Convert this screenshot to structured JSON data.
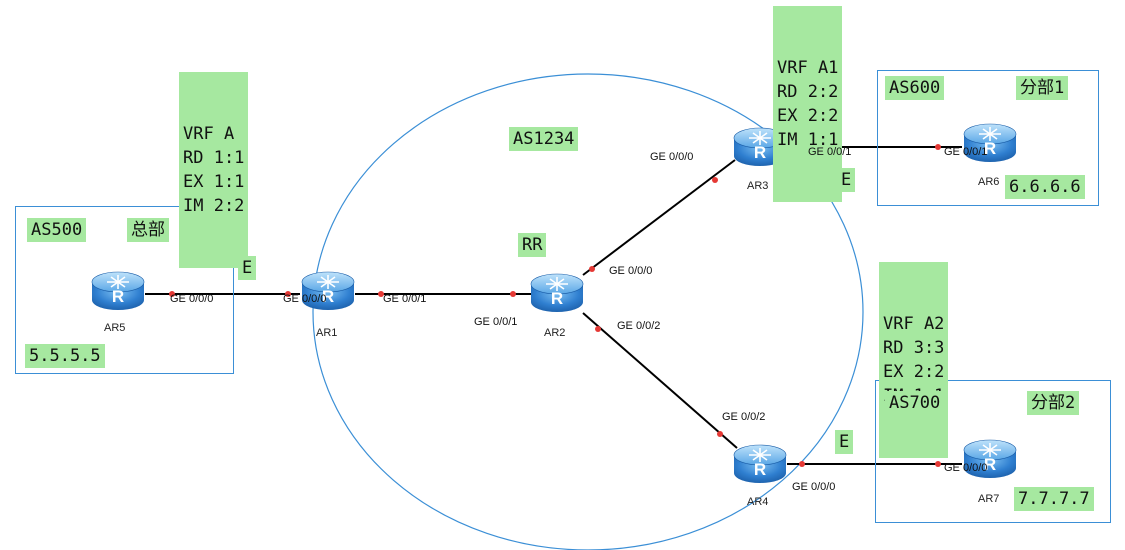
{
  "as_core": "AS1234",
  "rr_label": "RR",
  "vrf_a": [
    "VRF A",
    "RD 1:1",
    "EX 1:1",
    "IM 2:2"
  ],
  "vrf_a1": [
    "VRF A1",
    "RD 2:2",
    "EX 2:2",
    "IM 1:1"
  ],
  "vrf_a2": [
    "VRF A2",
    "RD 3:3",
    "EX 2:2",
    "IM 1:1"
  ],
  "site_hq": {
    "as": "AS500",
    "name": "总部",
    "ip": "5.5.5.5"
  },
  "site_b1": {
    "as": "AS600",
    "name": "分部1",
    "ip": "6.6.6.6"
  },
  "site_b2": {
    "as": "AS700",
    "name": "分部2",
    "ip": "7.7.7.7"
  },
  "ebgp_tag": "E",
  "routers": {
    "ar1": "AR1",
    "ar2": "AR2",
    "ar3": "AR3",
    "ar4": "AR4",
    "ar5": "AR5",
    "ar6": "AR6",
    "ar7": "AR7"
  },
  "ports": {
    "ar5_g0": "GE 0/0/0",
    "ar1_g0": "GE 0/0/0",
    "ar1_g1": "GE 0/0/1",
    "ar2_g1": "GE 0/0/1",
    "ar2_g0": "GE 0/0/0",
    "ar2_g2": "GE 0/0/2",
    "ar3_g0": "GE 0/0/0",
    "ar3_g1": "GE 0/0/1",
    "ar6_g1": "GE 0/0/1",
    "ar4_g2": "GE 0/0/2",
    "ar4_g0": "GE 0/0/0",
    "ar7_g0": "GE 0/0/0"
  },
  "colors": {
    "label_bg": "#a6e8a0",
    "outline": "#3b8fd6",
    "router": "#2f7fd0",
    "port_dot": "#e53935"
  }
}
